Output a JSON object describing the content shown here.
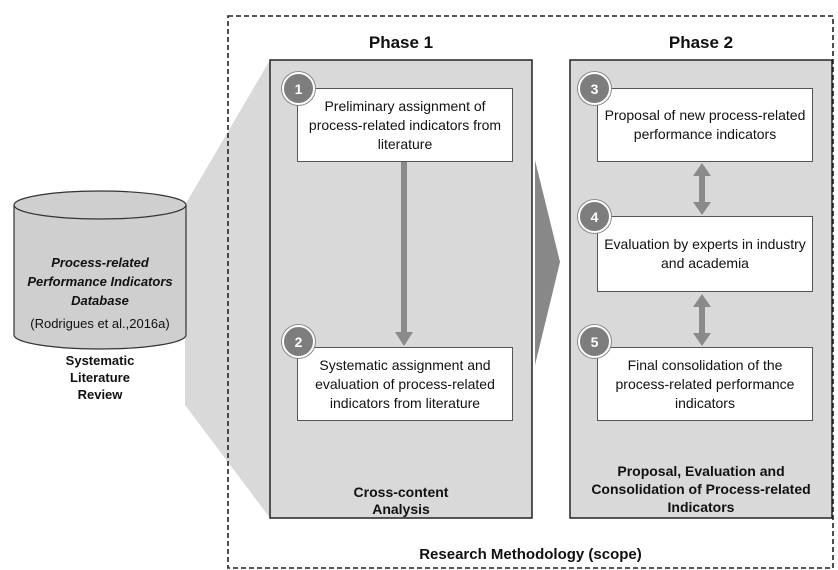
{
  "scope_label": "Research Methodology (scope)",
  "database": {
    "title": "Process-related Performance Indicators Database",
    "citation": "(Rodrigues et al.,2016a)",
    "caption": "Systematic Literature Review"
  },
  "phase1": {
    "title": "Phase 1",
    "footer": "Cross-content Analysis",
    "steps": [
      {
        "number": "1",
        "text": "Preliminary assignment of process-related indicators from literature"
      },
      {
        "number": "2",
        "text": "Systematic assignment and evaluation of process-related indicators from literature"
      }
    ]
  },
  "phase2": {
    "title": "Phase 2",
    "footer": "Proposal, Evaluation and Consolidation of Process-related Indicators",
    "steps": [
      {
        "number": "3",
        "text": "Proposal of new process-related performance indicators"
      },
      {
        "number": "4",
        "text": "Evaluation by experts in industry and academia"
      },
      {
        "number": "5",
        "text": "Final consolidation of the process-related performance indicators"
      }
    ]
  }
}
